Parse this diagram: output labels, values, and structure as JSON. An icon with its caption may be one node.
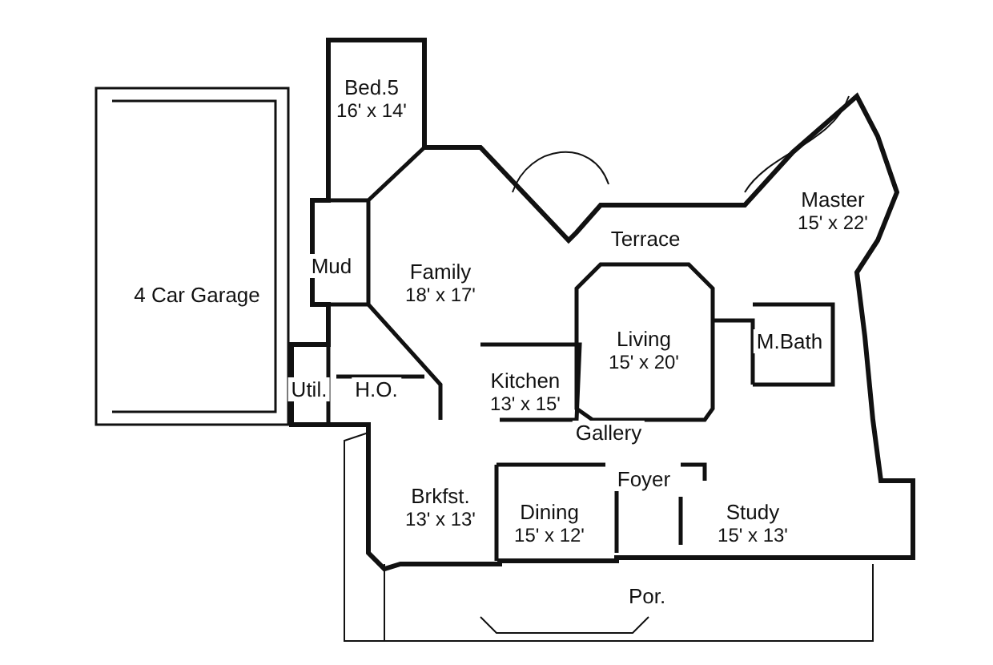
{
  "diagram": {
    "nodes": [
      {
        "text": [
          "Bed.5",
          "16' x 14'"
        ]
      },
      {
        "text": [
          "Master",
          "15' x 22'"
        ]
      },
      {
        "text": [
          "Terrace"
        ]
      },
      {
        "text": [
          "Family",
          "18' x 17'"
        ]
      },
      {
        "text": [
          "4 Car Garage"
        ]
      },
      {
        "text": [
          "Mud"
        ]
      },
      {
        "text": [
          "Living",
          "15' x 20'"
        ]
      },
      {
        "text": [
          "M.Bath"
        ]
      },
      {
        "text": [
          "Util."
        ]
      },
      {
        "text": [
          "H.O."
        ]
      },
      {
        "text": [
          "Kitchen",
          "13' x 15'"
        ]
      },
      {
        "text": [
          "Gallery"
        ]
      },
      {
        "text": [
          "Foyer"
        ]
      },
      {
        "text": [
          "Brkfst.",
          "13' x 13'"
        ]
      },
      {
        "text": [
          "Dining",
          "15' x 12'"
        ]
      },
      {
        "text": [
          "Study",
          "15' x 13'"
        ]
      },
      {
        "text": [
          "Por."
        ]
      }
    ]
  }
}
